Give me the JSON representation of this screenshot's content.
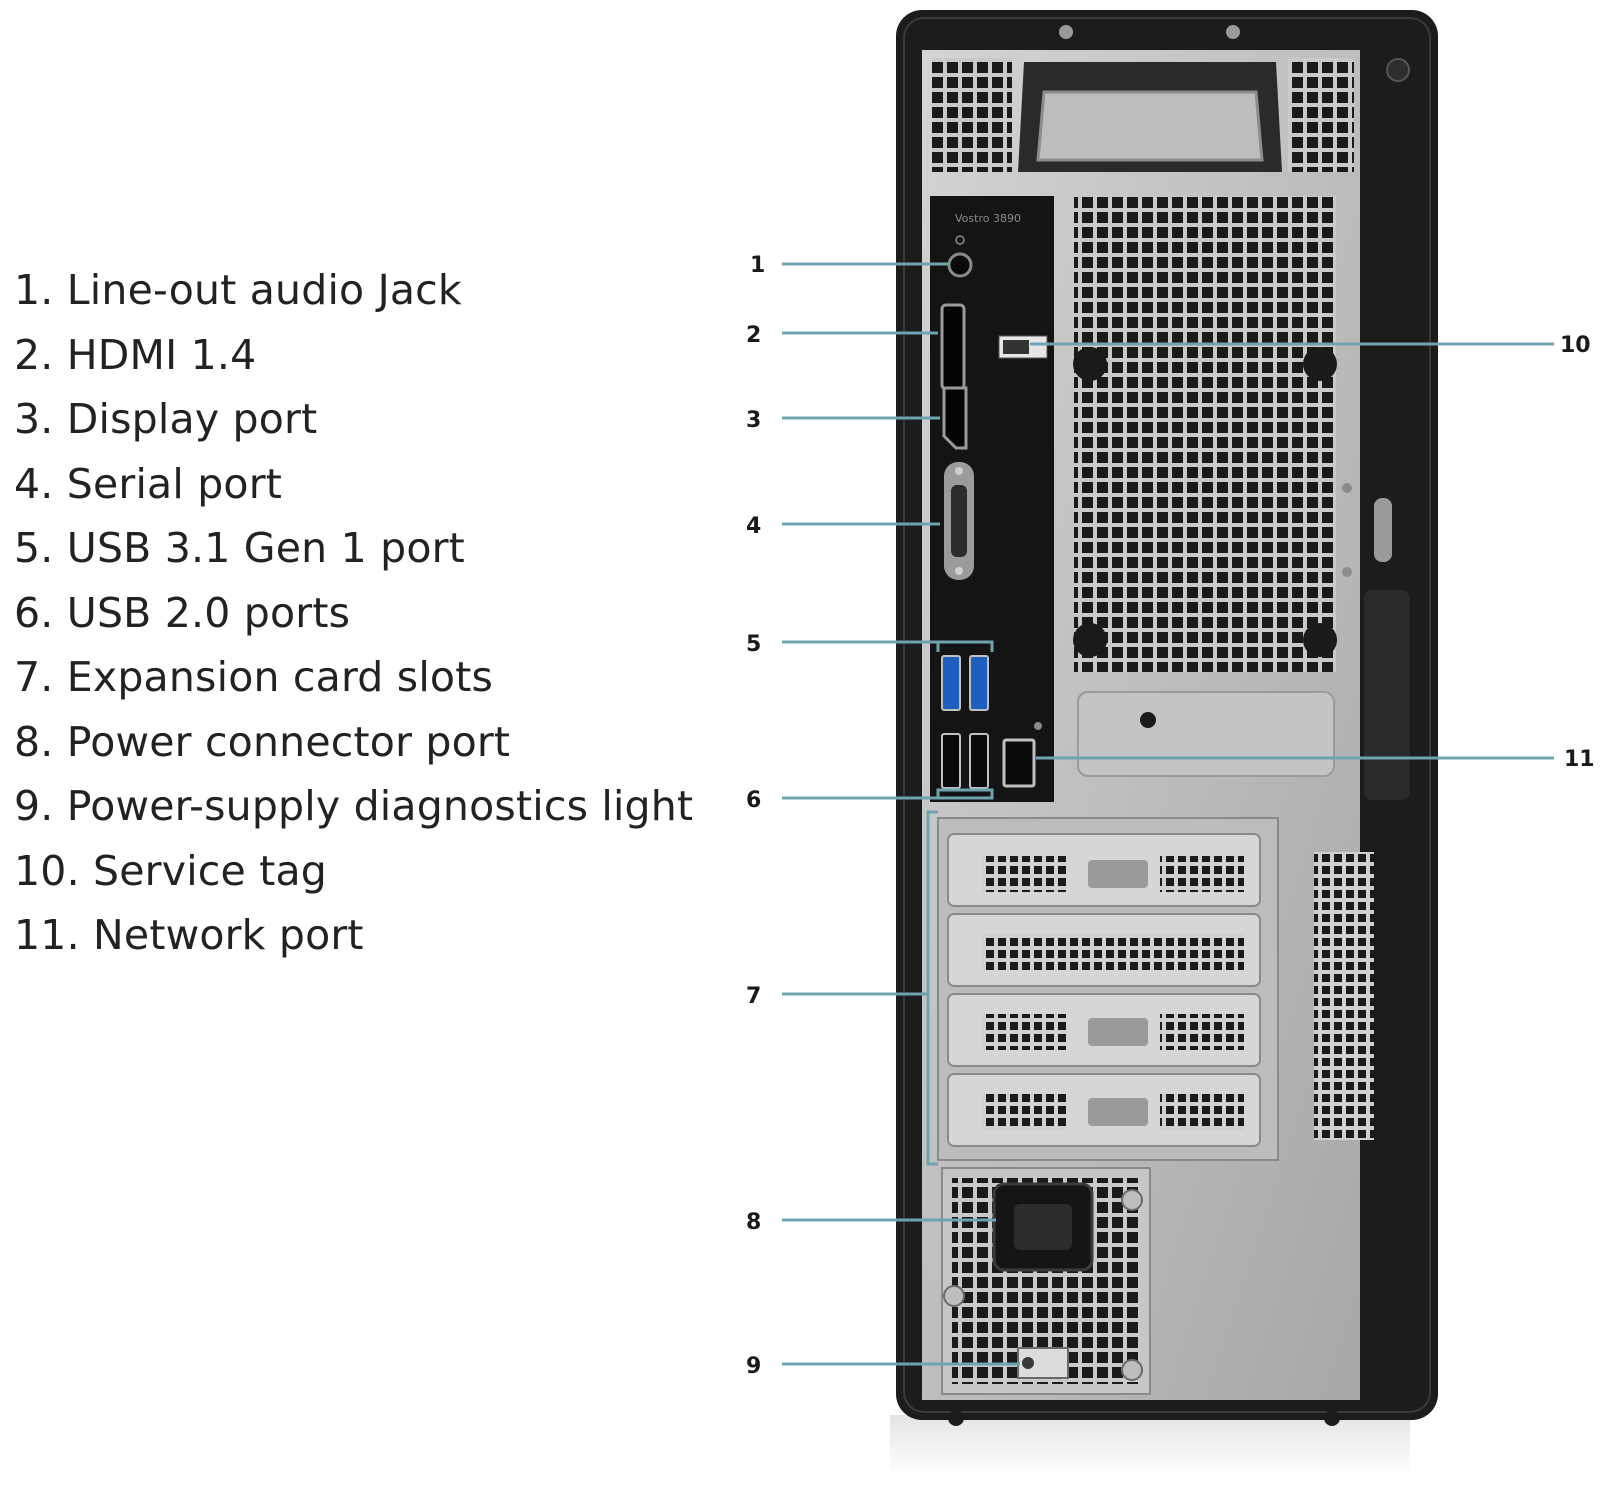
{
  "legend": [
    "1. Line-out audio Jack",
    "2. HDMI 1.4",
    "3. Display port",
    "4. Serial port",
    "5. USB 3.1 Gen 1 port",
    "6. USB 2.0 ports",
    "7. Expansion card slots",
    "8. Power connector port",
    "9. Power-supply diagnostics light",
    "10. Service tag",
    "11. Network port"
  ],
  "callouts": [
    "1",
    "2",
    "3",
    "4",
    "5",
    "6",
    "7",
    "8",
    "9",
    "10",
    "11"
  ],
  "model_label": "Vostro 3890",
  "colors": {
    "leader_line": "#6fa3b0",
    "chassis": "#1c1c1c",
    "panel": "#b9b9b9",
    "text": "#222222"
  }
}
